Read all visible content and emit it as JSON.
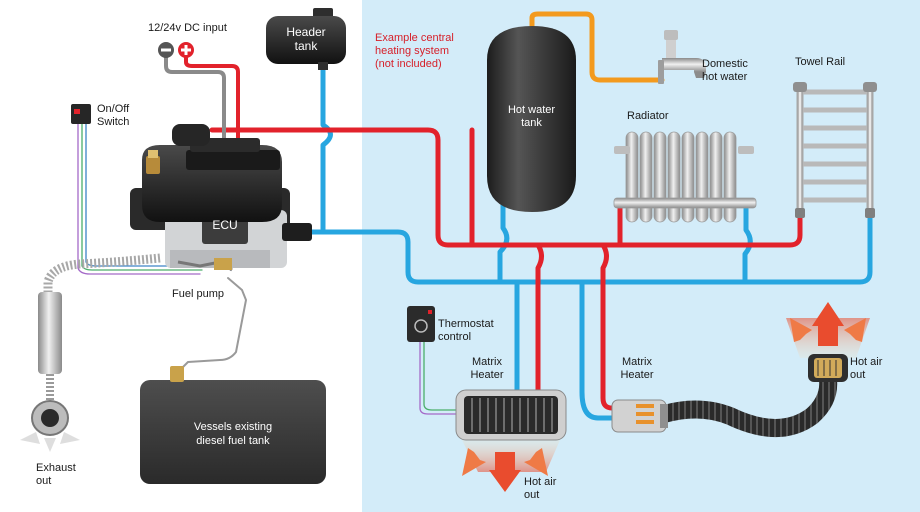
{
  "labels": {
    "dc_input": "12/24v DC input",
    "header_tank": [
      "Header",
      "tank"
    ],
    "example_system": [
      "Example central",
      "heating system",
      "(not included)"
    ],
    "domestic_hot_water": [
      "Domestic",
      "hot water"
    ],
    "towel_rail": "Towel Rail",
    "radiator": "Radiator",
    "hot_water_tank": [
      "Hot water",
      "tank"
    ],
    "on_off_switch": [
      "On/Off",
      "Switch"
    ],
    "ecu": "ECU",
    "fuel_pump": "Fuel pump",
    "thermostat_control": [
      "Thermostat",
      "control"
    ],
    "matrix_heater_1": [
      "Matrix",
      "Heater"
    ],
    "matrix_heater_2": [
      "Matrix",
      "Heater"
    ],
    "hot_air_out_1": [
      "Hot air",
      "out"
    ],
    "hot_air_out_2": [
      "Hot air",
      "out"
    ],
    "fuel_tank": [
      "Vessels existing",
      "diesel fuel tank"
    ],
    "exhaust_out": [
      "Exhaust",
      "out"
    ]
  },
  "colors": {
    "system_background": "#d3ecf9",
    "hot_pipe": "#e2222b",
    "cold_pipe": "#27a6e0",
    "domestic_pipe": "#f39a1e",
    "note_text": "#d6202a",
    "component_dark": "#3a3a3a"
  }
}
